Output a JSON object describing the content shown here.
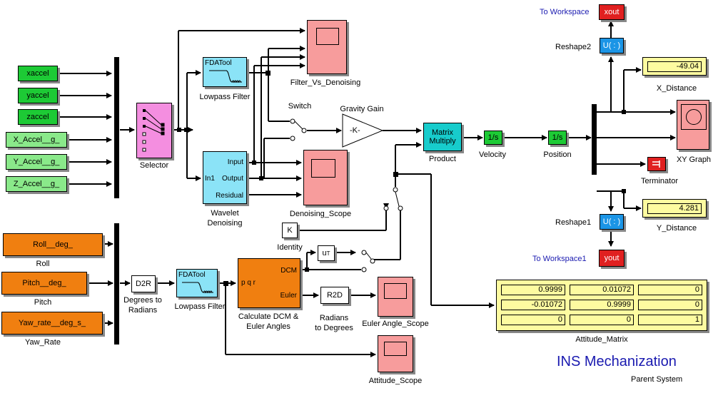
{
  "title": "INS Mechanization",
  "subtitle": "Parent System",
  "inputs_accel": [
    "xaccel",
    "yaccel",
    "zaccel",
    "X_Accel__g_",
    "Y_Accel__g_",
    "Z_Accel__g_"
  ],
  "inputs_att": {
    "roll": "Roll__deg_",
    "roll_label": "Roll",
    "pitch": "Pitch__deg_",
    "pitch_label": "Pitch",
    "yaw": "Yaw_rate__deg_s_",
    "yaw_label": "Yaw_Rate"
  },
  "blocks": {
    "selector": "Selector",
    "lowpass1_icon": "FDATool",
    "lowpass1": "Lowpass Filter",
    "lowpass2_icon": "FDATool",
    "lowpass2": "Lowpass Filter",
    "wavelet_line1": "Wavelet",
    "wavelet_line2": "Denoising",
    "wavelet_in": "In1",
    "wavelet_out_input": "Input",
    "wavelet_out_output": "Output",
    "wavelet_out_residual": "Residual",
    "filter_scope": "Filter_Vs_Denoising",
    "denoise_scope": "Denoising_Scope",
    "switch": "Switch",
    "gravity_gain": "Gravity Gain",
    "gain_value": "-K-",
    "product_line1": "Matrix",
    "product_line2": "Multiply",
    "product": "Product",
    "integrator_icon": "1/s",
    "velocity": "Velocity",
    "position": "Position",
    "identity_icon": "K",
    "identity": "Identity",
    "transpose_icon": "u",
    "transpose_sup": "T",
    "d2r_icon": "D2R",
    "d2r_line1": "Degrees to",
    "d2r_line2": "Radians",
    "dcm_port_in": "p q r",
    "dcm_port_dcm": "DCM",
    "dcm_port_euler": "Euler",
    "dcm_line1": "Calculate DCM &",
    "dcm_line2": "Euler Angles",
    "r2d_icon": "R2D",
    "r2d_line1": "Radians",
    "r2d_line2": "to Degrees",
    "euler_scope": "Euler Angle_Scope",
    "attitude_scope": "Attitude_Scope",
    "reshape_icon": "U( : )",
    "reshape1": "Reshape1",
    "reshape2": "Reshape2",
    "ws_label": "To Workspace",
    "ws1_label": "To Workspace1",
    "xout": "xout",
    "yout": "yout",
    "x_distance": "X_Distance",
    "y_distance": "Y_Distance",
    "x_distance_value": "-49.04",
    "y_distance_value": "4.281",
    "xy_graph": "XY Graph",
    "terminator": "Terminator",
    "attitude_matrix": "Attitude_Matrix"
  },
  "attitude_matrix_values": [
    [
      "0.9999",
      "0.01072",
      "0"
    ],
    [
      "-0.01072",
      "0.9999",
      "0"
    ],
    [
      "0",
      "0",
      "1"
    ]
  ]
}
